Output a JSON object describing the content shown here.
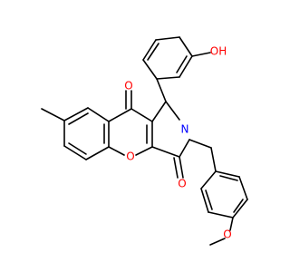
{
  "molecule": {
    "atom_labels": {
      "o_top": "O",
      "o_bottom_right": "O",
      "o_ring": "O",
      "n_ring": "N",
      "oh": "OH",
      "ome_o": "O"
    },
    "colors": {
      "bond": "#000000",
      "oxygen": "#ff0000",
      "nitrogen": "#0000ff"
    }
  }
}
